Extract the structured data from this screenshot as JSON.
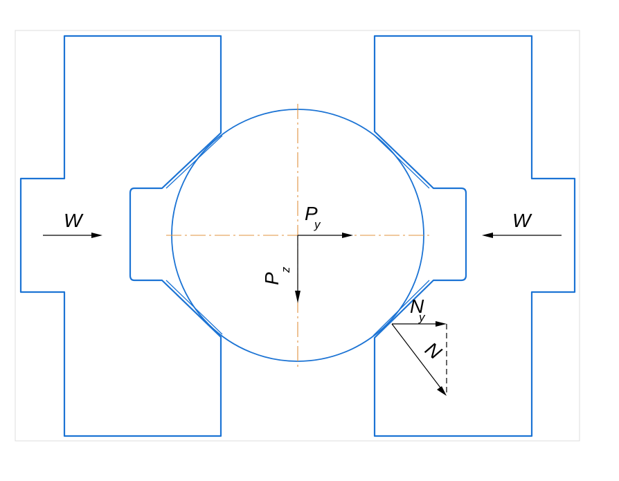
{
  "colors": {
    "part_outline": "#1b73d4",
    "axis": "#e0913c",
    "force": "#000000"
  },
  "labels": {
    "w_left": "W",
    "w_right": "W",
    "py_main": "P",
    "py_sub": "y",
    "pz_main": "P",
    "pz_sub": "z",
    "ny_main": "N",
    "ny_sub": "y",
    "n_main": "N"
  }
}
